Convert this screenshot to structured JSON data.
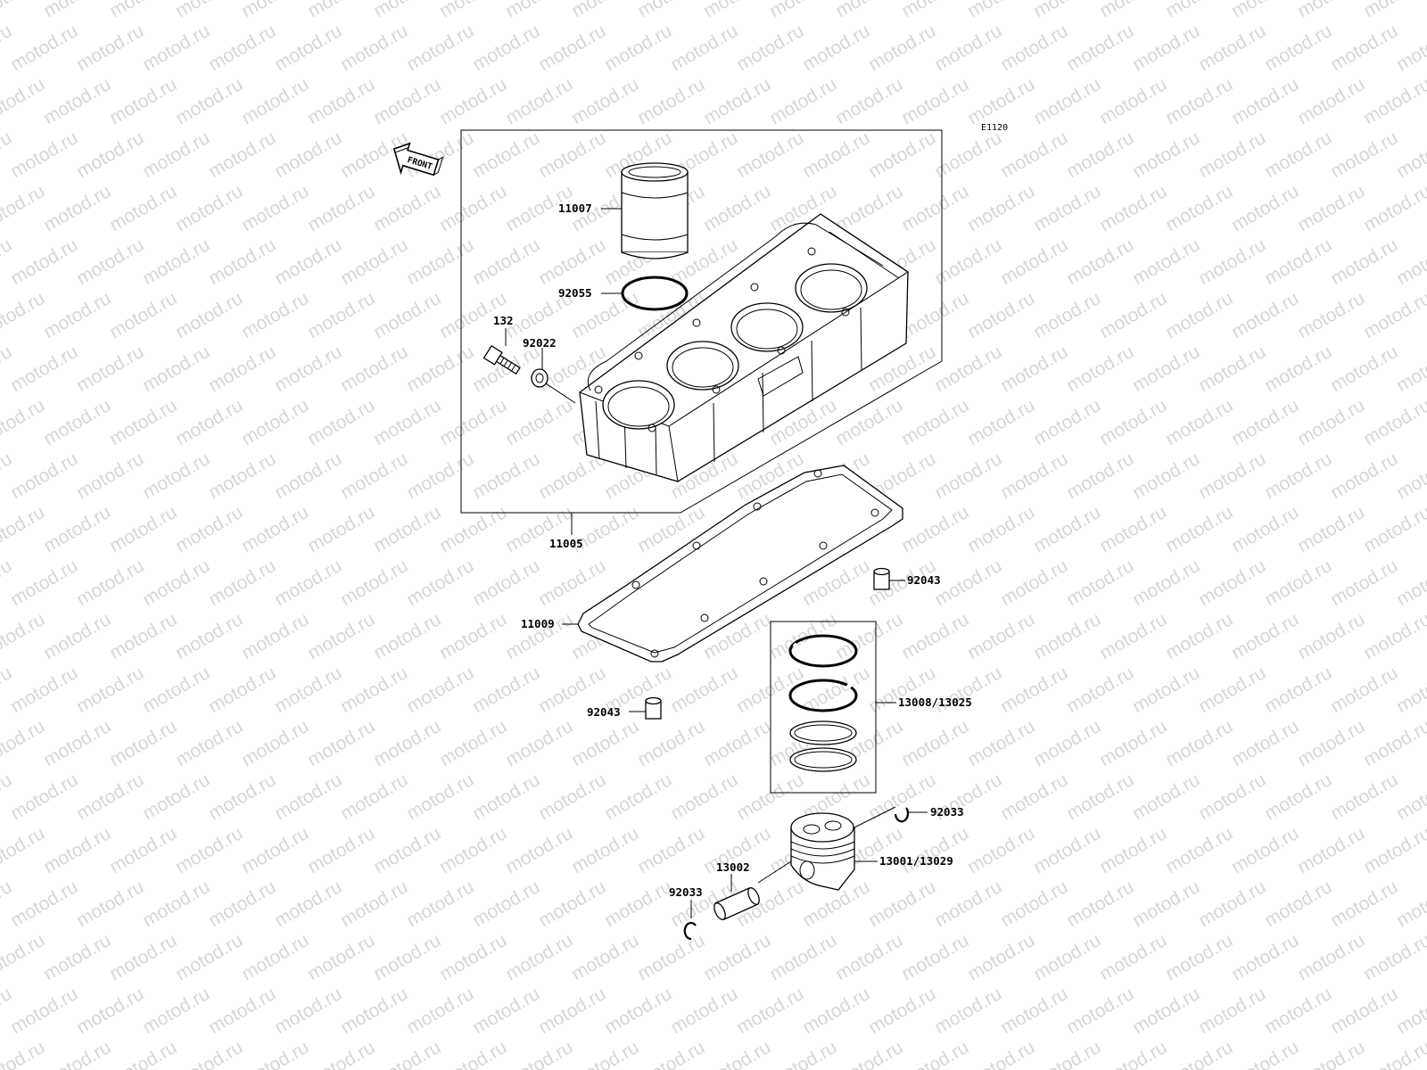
{
  "watermark": "motod.ru",
  "diagram_code": "E1120",
  "front_arrow": "FRONT",
  "labels": {
    "p11007": "11007",
    "p92055": "92055",
    "p132": "132",
    "p92022": "92022",
    "p11005": "11005",
    "p11009": "11009",
    "p92043_upper": "92043",
    "p92043_lower": "92043",
    "p13008": "13008/13025",
    "p92033_right": "92033",
    "p13001": "13001/13029",
    "p13002": "13002",
    "p92033_left": "92033"
  }
}
